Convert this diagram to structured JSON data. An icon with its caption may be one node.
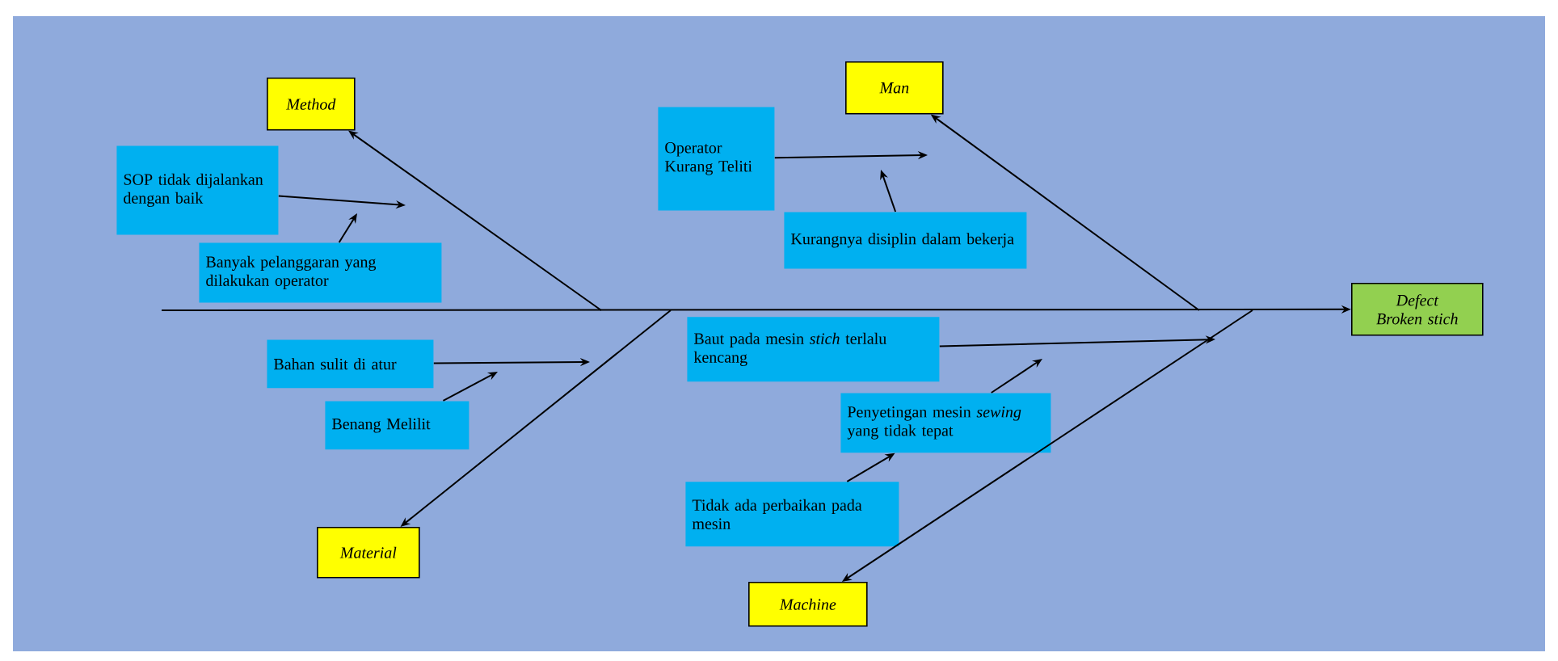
{
  "diagram": {
    "nodes": [
      {
        "text": [
          "Method"
        ]
      },
      {
        "text": [
          "SOP tidak dijalankan dengan baik"
        ]
      },
      {
        "text": [
          "Banyak pelanggaran yang dilakukan operator"
        ]
      },
      {
        "text": [
          "Man"
        ]
      },
      {
        "text": [
          "Operator Kurang Teliti"
        ]
      },
      {
        "text": [
          "Kurangnya disiplin dalam bekerja"
        ]
      },
      {
        "text": [
          "Defect Broken stich"
        ]
      },
      {
        "text": [
          "Baut pada mesin *stich* terlalu kencang"
        ]
      },
      {
        "text": [
          "Bahan sulit di atur"
        ]
      },
      {
        "text": [
          "Benang Melilit"
        ]
      },
      {
        "text": [
          "Penyetingan mesin *sewing* yang tidak tepat"
        ]
      },
      {
        "text": [
          "Tidak ada perbaikan pada mesin"
        ]
      },
      {
        "text": [
          "Material"
        ]
      },
      {
        "text": [
          "Machine"
        ]
      }
    ],
    "edges": [
      {
        "from": null,
        "to": 6,
        "arrow": "to"
      },
      {
        "from": null,
        "to": 0,
        "arrow": "to"
      },
      {
        "from": null,
        "to": 3,
        "arrow": "to"
      },
      {
        "from": null,
        "to": 12,
        "arrow": "to"
      },
      {
        "from": null,
        "to": 13,
        "arrow": "to"
      },
      {
        "from": 1,
        "to": null,
        "arrow": "to"
      },
      {
        "from": 2,
        "to": null,
        "arrow": "to"
      },
      {
        "from": 4,
        "to": null,
        "arrow": "to"
      },
      {
        "from": 5,
        "to": null,
        "arrow": "to"
      },
      {
        "from": 8,
        "to": null,
        "arrow": "to"
      },
      {
        "from": 9,
        "to": null,
        "arrow": "to"
      },
      {
        "from": 7,
        "to": null,
        "arrow": "to"
      },
      {
        "from": 10,
        "to": null,
        "arrow": "to"
      },
      {
        "from": 11,
        "to": 10,
        "arrow": "to"
      }
    ]
  }
}
